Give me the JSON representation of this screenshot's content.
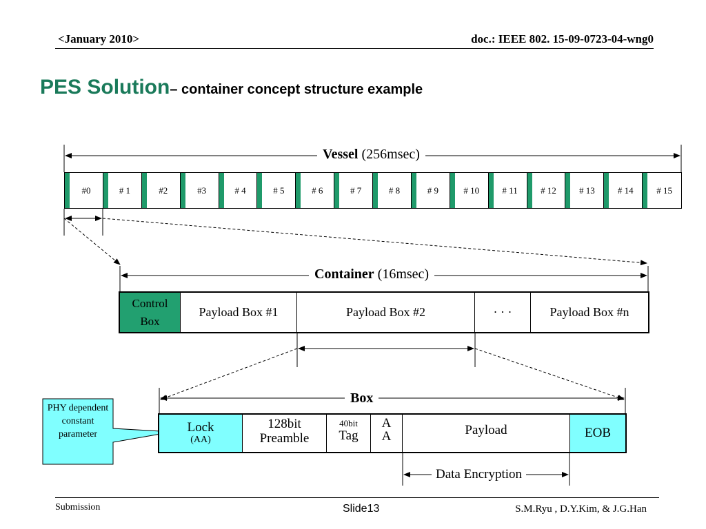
{
  "header": {
    "date": "<January 2010>",
    "doc": "doc.: IEEE 802. 15-09-0723-04-wng0"
  },
  "title": {
    "main": "PES Solution",
    "sub": "– container concept structure example"
  },
  "vessel": {
    "label_bold": "Vessel",
    "label_rest": "(256msec)",
    "slots": [
      "#0",
      "# 1",
      "#2",
      "#3",
      "# 4",
      "# 5",
      "# 6",
      "# 7",
      "# 8",
      "# 9",
      "# 10",
      "# 11",
      "# 12",
      "# 13",
      "# 14",
      "# 15"
    ]
  },
  "container": {
    "label_bold": "Container",
    "label_rest": "(16msec)",
    "control_box": "Control Box",
    "payload1": "Payload Box #1",
    "payload2": "Payload Box #2",
    "ellipsis": "· · ·",
    "payloadn": "Payload Box #n"
  },
  "box": {
    "label": "Box",
    "lock": "Lock",
    "lock_sub": "(AA)",
    "preamble_1": "128bit",
    "preamble_2": "Preamble",
    "tag_1": "40bit",
    "tag_2": "Tag",
    "aa_1": "A",
    "aa_2": "A",
    "payload": "Payload",
    "eob": "EOB",
    "encryption": "Data Encryption"
  },
  "callout": "PHY dependent constant parameter",
  "footer": {
    "left": "Submission",
    "center": "Slide13",
    "right": "S.M.Ryu , D.Y.Kim, & J.G.Han"
  },
  "colors": {
    "title": "#1a7a5a",
    "green": "#1f9a6a",
    "cyan": "#80ffff",
    "control": "#22a070"
  }
}
